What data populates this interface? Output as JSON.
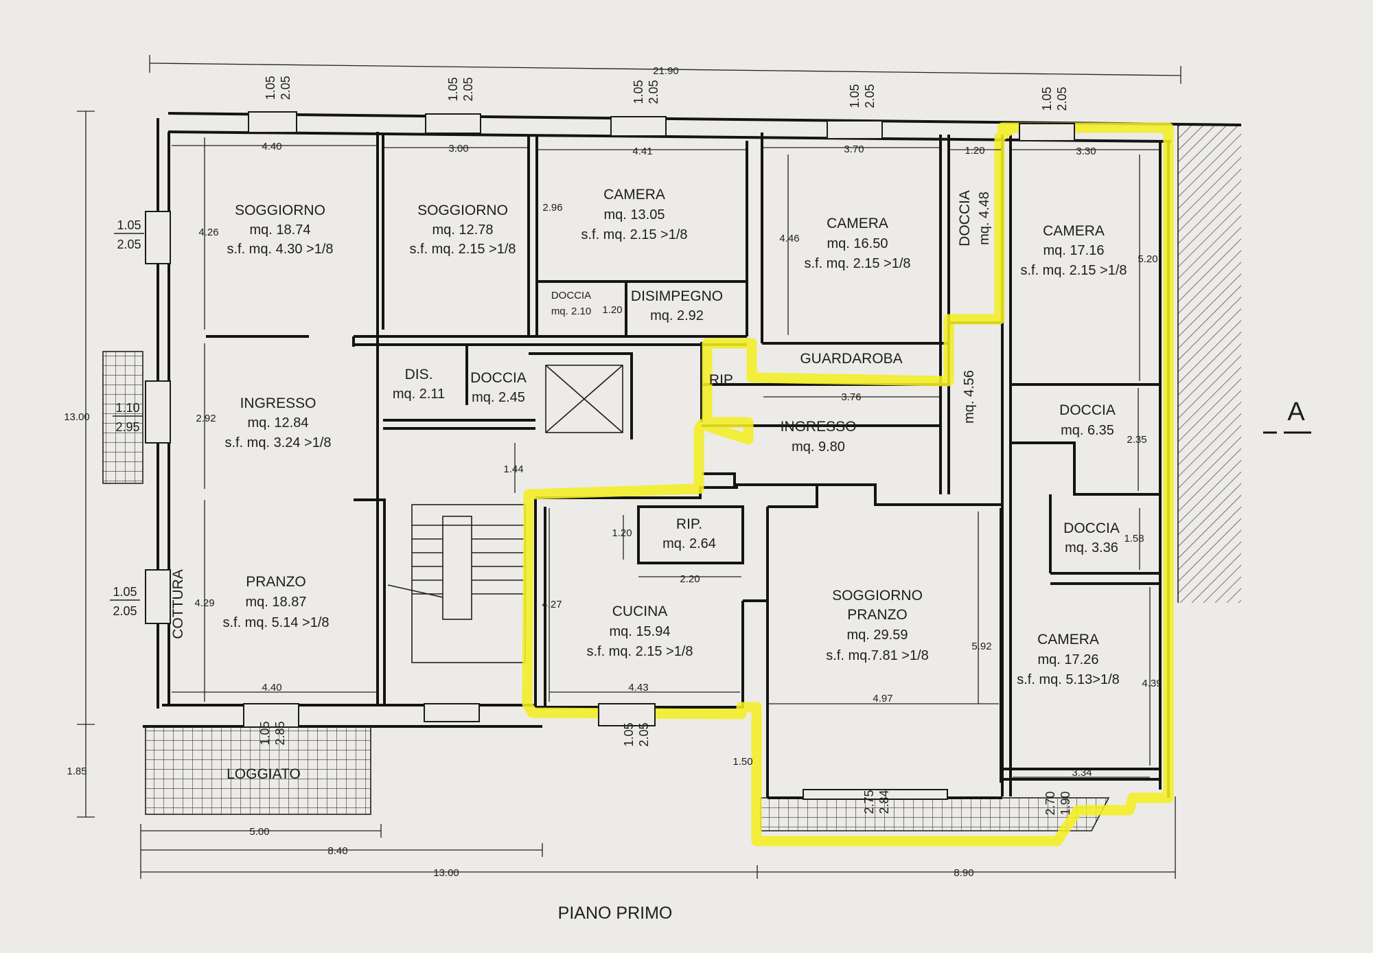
{
  "plan": {
    "title": "PIANO PRIMO",
    "section_marker": "A"
  },
  "rooms": {
    "soggiorno_1": {
      "name": "SOGGIORNO",
      "area": "mq. 18.74",
      "sf": "s.f. mq. 4.30 >1/8"
    },
    "soggiorno_2": {
      "name": "SOGGIORNO",
      "area": "mq. 12.78",
      "sf": "s.f. mq. 2.15 >1/8"
    },
    "camera_1": {
      "name": "CAMERA",
      "area": "mq. 13.05",
      "sf": "s.f. mq. 2.15 >1/8"
    },
    "camera_2": {
      "name": "CAMERA",
      "area": "mq. 16.50",
      "sf": "s.f. mq. 2.15 >1/8"
    },
    "doccia_vert": {
      "name": "DOCCIA",
      "area": "mq. 4.48"
    },
    "camera_3": {
      "name": "CAMERA",
      "area": "mq. 17.16",
      "sf": "s.f. mq. 2.15 >1/8"
    },
    "doccia_small": {
      "name": "DOCCIA",
      "area": "mq. 2.10"
    },
    "disimpegno": {
      "name": "DISIMPEGNO",
      "area": "mq. 2.92"
    },
    "guardaroba": {
      "name": "GUARDAROBA"
    },
    "rip_1": {
      "name": "RIP."
    },
    "ingresso_1": {
      "name": "INGRESSO",
      "area": "mq. 12.84",
      "sf": "s.f. mq. 3.24 >1/8"
    },
    "dis": {
      "name": "DIS.",
      "area": "mq. 2.11"
    },
    "doccia_2": {
      "name": "DOCCIA",
      "area": "mq. 2.45"
    },
    "ingresso_2": {
      "name": "INGRESSO",
      "area": "mq. 9.80"
    },
    "corridor": {
      "area": "mq. 4.56"
    },
    "doccia_3": {
      "name": "DOCCIA",
      "area": "mq. 6.35"
    },
    "doccia_4": {
      "name": "DOCCIA",
      "area": "mq. 3.36"
    },
    "rip_2": {
      "name": "RIP.",
      "area": "mq. 2.64"
    },
    "pranzo": {
      "name": "PRANZO",
      "area": "mq. 18.87",
      "sf": "s.f. mq. 5.14 >1/8"
    },
    "cottura": {
      "name": "COTTURA"
    },
    "cucina": {
      "name": "CUCINA",
      "area": "mq. 15.94",
      "sf": "s.f. mq. 2.15 >1/8"
    },
    "soggiorno_pranzo": {
      "name_1": "SOGGIORNO",
      "name_2": "PRANZO",
      "area": "mq. 29.59",
      "sf": "s.f. mq.7.81 >1/8"
    },
    "camera_4": {
      "name": "CAMERA",
      "area": "mq. 17.26",
      "sf": "s.f. mq. 5.13>1/8"
    },
    "loggiato": {
      "name": "LOGGIATO"
    }
  },
  "dims": {
    "overall_top": "21.90",
    "overall_left": "13.00",
    "left_bottom": "1.85",
    "bottom_5": "5.00",
    "bottom_840": "8.40",
    "bottom_1300": "13.00",
    "bottom_890": "8.90",
    "w_soggiorno_1": "4.40",
    "w_soggiorno_2": "3.00",
    "w_camera_1": "4.41",
    "w_camera_2": "3.70",
    "w_doccia_vert": "1.20",
    "w_camera_3": "3.30",
    "h_soggiorno_1": "4.26",
    "h_camera_1": "2.96",
    "h_camera_2": "4.46",
    "h_camera_3": "5.20",
    "h_ingresso_1": "2.92",
    "h_pranzo": "4.29",
    "w_pranzo": "4.40",
    "h_doccia_small": "1.20",
    "w_ingresso_2": "3.76",
    "h_stair": "1.44",
    "h_doccia_3": "2.35",
    "h_doccia_4": "1.58",
    "h_rip_2": "1.20",
    "w_rip_2": "2.20",
    "h_cucina": "4.27",
    "w_cucina": "4.43",
    "h_soggiorno_pranzo": "5.92",
    "w_soggiorno_pranzo": "4.97",
    "h_camera_4": "4.39",
    "w_camera_4": "3.34",
    "h_balcony": "1.50"
  },
  "windows": {
    "top_1": {
      "w": "1.05",
      "h": "2.05"
    },
    "top_2": {
      "w": "1.05",
      "h": "2.05"
    },
    "top_3": {
      "w": "1.05",
      "h": "2.05"
    },
    "top_4": {
      "w": "1.05",
      "h": "2.05"
    },
    "top_5": {
      "w": "1.05",
      "h": "2.05"
    },
    "left_1": {
      "w": "1.05",
      "h": "2.05"
    },
    "left_2": {
      "w": "1.10",
      "h": "2.95"
    },
    "left_3": {
      "w": "1.05",
      "h": "2.05"
    },
    "bottom_loggia": {
      "w": "1.05",
      "h": "2.85"
    },
    "bottom_cucina": {
      "w": "1.05",
      "h": "2.05"
    },
    "bottom_soggiorno": {
      "w": "2.75",
      "h": "2.84"
    },
    "bottom_camera": {
      "w": "2.70",
      "h": "1.90"
    }
  }
}
